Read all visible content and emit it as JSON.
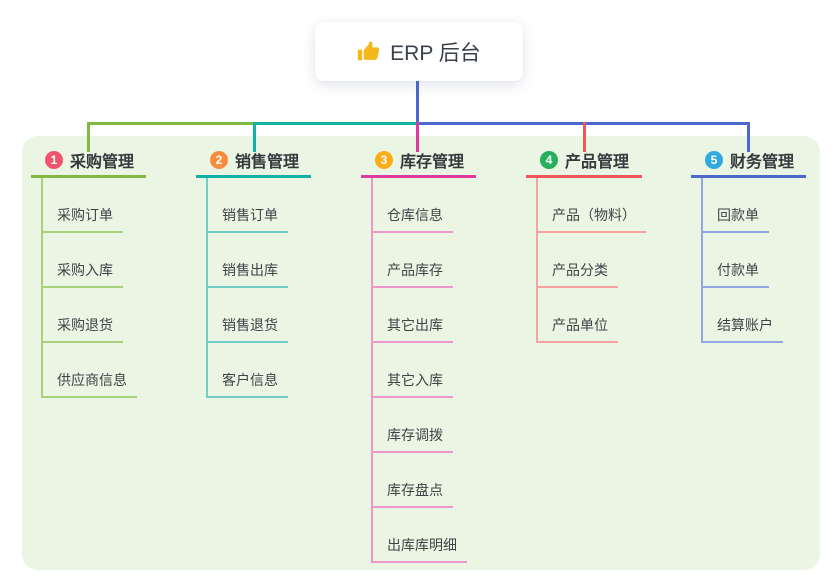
{
  "root": {
    "label": "ERP 后台",
    "icon": "thumbs-up-icon",
    "icon_color": "#f5b81c",
    "stem_color": "#4b68cc"
  },
  "panel": {
    "background": "#eaf6e3"
  },
  "branches": [
    {
      "num": "1",
      "label": "采购管理",
      "colors": {
        "line": "#82b940",
        "line_light": "#a9d07c",
        "badge": "#f0546d"
      },
      "children": [
        "采购订单",
        "采购入库",
        "采购退货",
        "供应商信息"
      ]
    },
    {
      "num": "2",
      "label": "销售管理",
      "colors": {
        "line": "#12b2a2",
        "line_light": "#6fcfc4",
        "badge": "#f78d3c"
      },
      "children": [
        "销售订单",
        "销售出库",
        "销售退货",
        "客户信息"
      ]
    },
    {
      "num": "3",
      "label": "库存管理",
      "colors": {
        "line": "#e03a9d",
        "line_light": "#f096cb",
        "badge": "#fbad19"
      },
      "children": [
        "仓库信息",
        "产品库存",
        "其它出库",
        "其它入库",
        "库存调拨",
        "库存盘点",
        "出库库明细"
      ]
    },
    {
      "num": "4",
      "label": "产品管理",
      "colors": {
        "line": "#f25757",
        "line_light": "#f7a1a1",
        "badge": "#27b05c"
      },
      "children": [
        "产品（物料）",
        "产品分类",
        "产品单位"
      ]
    },
    {
      "num": "5",
      "label": "财务管理",
      "colors": {
        "line": "#4b68cc",
        "line_light": "#92a7e2",
        "badge": "#31a9df"
      },
      "children": [
        "回款单",
        "付款单",
        "结算账户"
      ]
    }
  ]
}
